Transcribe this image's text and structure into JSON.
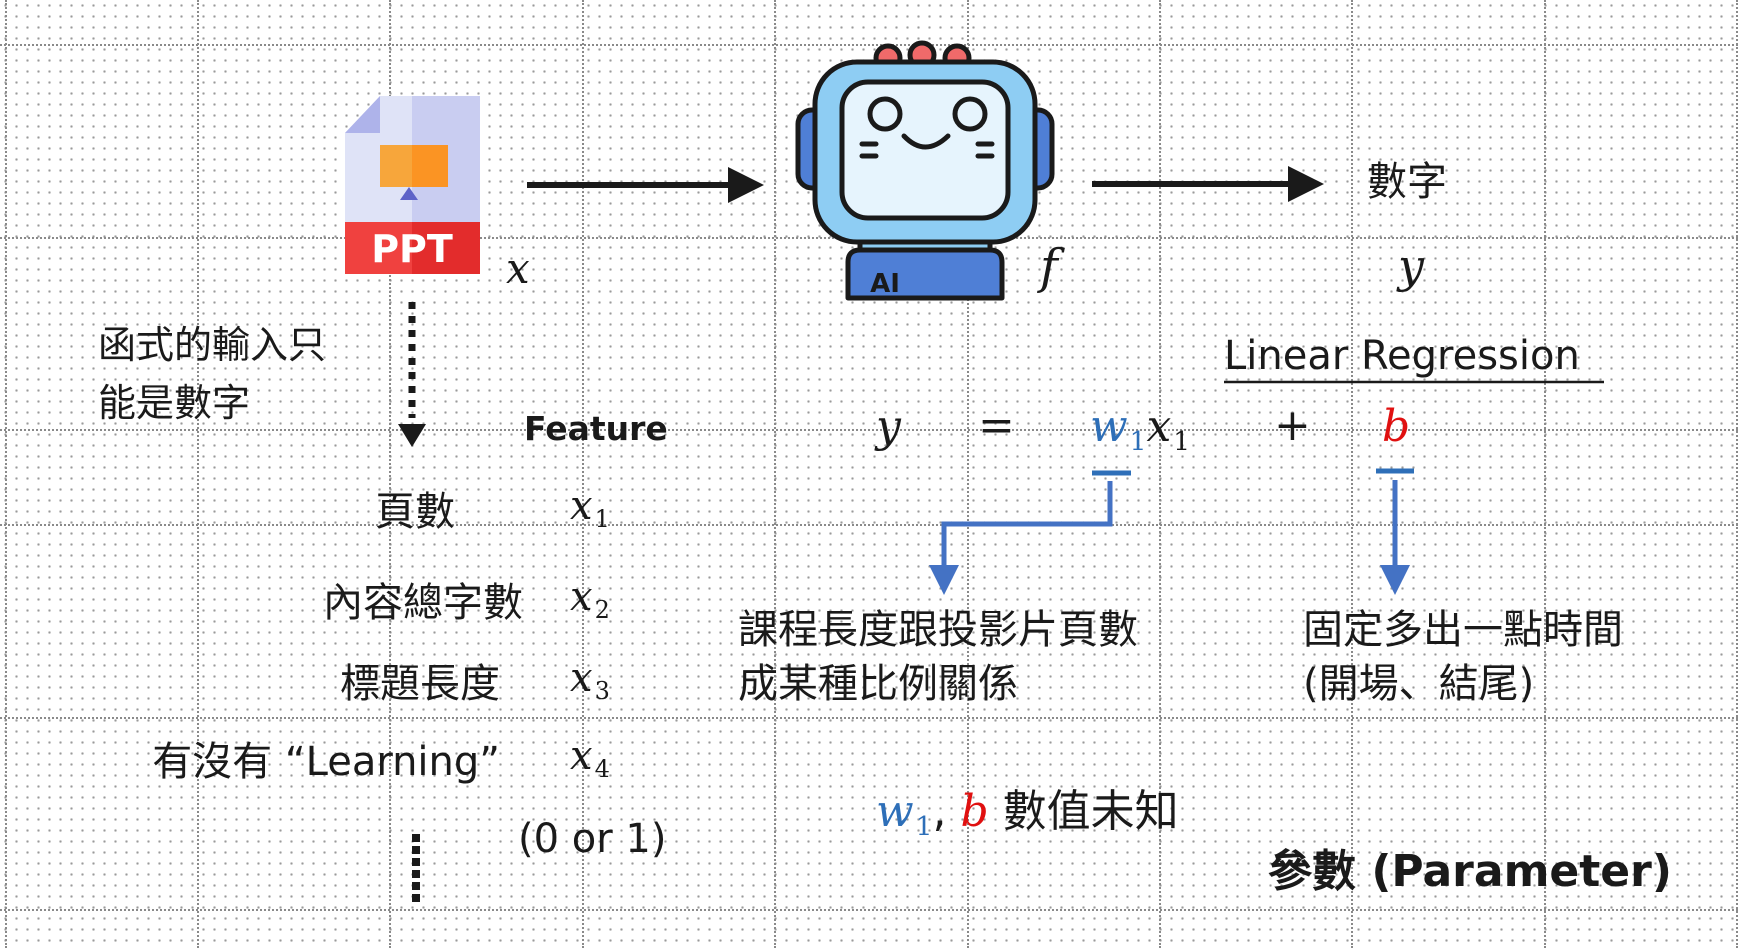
{
  "input": {
    "var": "x"
  },
  "model": {
    "var": "f"
  },
  "output": {
    "label": "數字",
    "var": "y"
  },
  "note_input": {
    "line1": "函式的輸入只",
    "line2": "能是數字"
  },
  "feature_header": "Feature",
  "features": [
    {
      "name": "頁數",
      "var": "x",
      "sub": "1"
    },
    {
      "name": "內容總字數",
      "var": "x",
      "sub": "2"
    },
    {
      "name": "標題長度",
      "var": "x",
      "sub": "3"
    },
    {
      "name": "有沒有 “Learning”",
      "var": "x",
      "sub": "4"
    }
  ],
  "feature_note": "(0 or 1)",
  "regression": {
    "title": "Linear Regression",
    "lhs": "y",
    "eq": "=",
    "w": "w",
    "w_sub": "1",
    "x": "x",
    "x_sub": "1",
    "plus": "+",
    "b": "b"
  },
  "explain_w": {
    "line1": "課程長度跟投影片頁數",
    "line2": "成某種比例關係"
  },
  "explain_b": {
    "line1": "固定多出一點時間",
    "line2": "(開場、結尾)"
  },
  "unknown": {
    "w": "w",
    "w_sub": "1",
    "comma": ",",
    "b": "b",
    "text": "數值未知"
  },
  "parameter_label": "參數 (Parameter)",
  "ppt_icon_text": "PPT",
  "robot_badge": "AI",
  "colors": {
    "blue": "#2e6fb8",
    "red": "#e01010",
    "arrow": "#4472c4"
  }
}
